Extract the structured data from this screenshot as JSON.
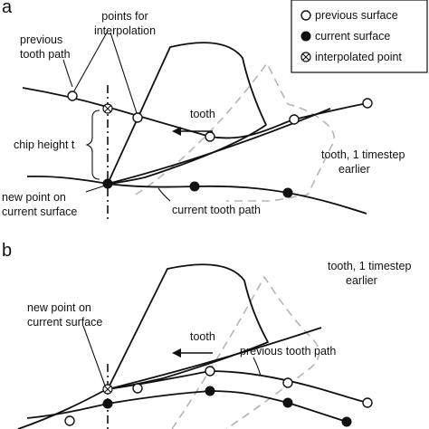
{
  "panel_a": {
    "label": "a",
    "points_for_interpolation": [
      "points for",
      "interpolation"
    ],
    "previous_tooth_path": [
      "previous",
      "tooth path"
    ],
    "tooth": "tooth",
    "chip_height": "chip height t",
    "tooth_earlier": [
      "tooth, 1 timestep",
      "earlier"
    ],
    "new_point": [
      "new point on",
      "current surface"
    ],
    "current_tooth_path": "current tooth path"
  },
  "legend": {
    "previous_surface": "previous surface",
    "current_surface": "current surface",
    "interpolated_point": "interpolated point"
  },
  "panel_b": {
    "label": "b",
    "tooth_earlier": [
      "tooth, 1 timestep",
      "earlier"
    ],
    "new_point": [
      "new point on",
      "current surface"
    ],
    "tooth": "tooth",
    "previous_tooth_path": "previous tooth path"
  },
  "colors": {
    "line": "#111111",
    "dashed_tooth": "#b5b5b5"
  }
}
